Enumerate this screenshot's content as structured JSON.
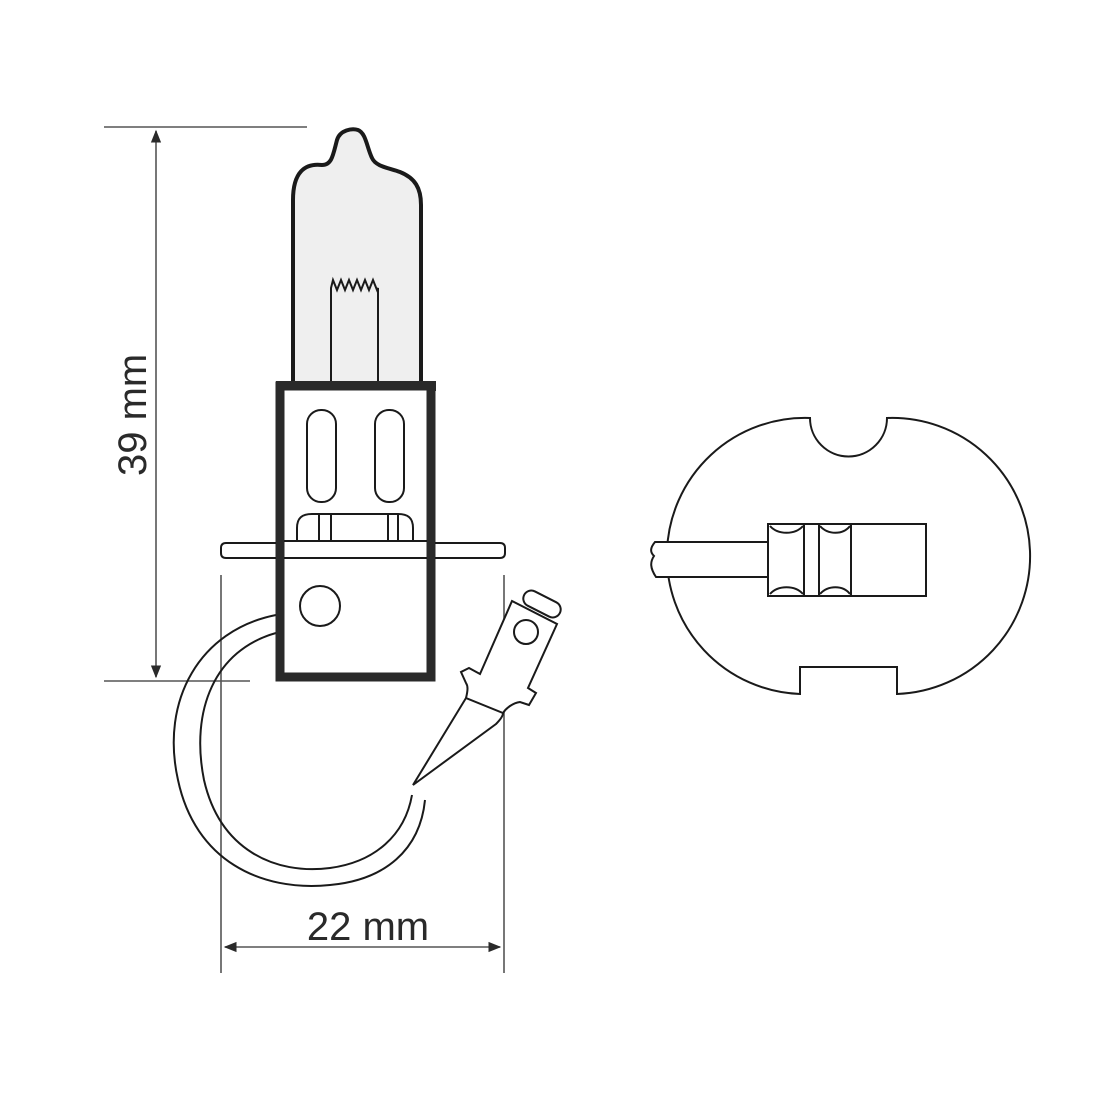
{
  "diagram": {
    "title": "H3 halogen bulb dimensional drawing",
    "dimensions": {
      "height": {
        "label": "39 mm",
        "value": 39,
        "unit": "mm"
      },
      "width": {
        "label": "22 mm",
        "value": 22,
        "unit": "mm"
      }
    },
    "views": [
      {
        "name": "side-view",
        "parts": [
          "glass-envelope",
          "filament",
          "metal-base",
          "flange",
          "connector-lead",
          "spade-terminal"
        ]
      },
      {
        "name": "top-view",
        "parts": [
          "flange-disc",
          "notch-top",
          "notch-bottom",
          "terminal-housing",
          "lead-wire"
        ]
      }
    ],
    "colors": {
      "line": "#1a1a1a",
      "base_outline": "#2a2a2a",
      "glass_fill": "#efefef",
      "dimension_line": "#555555",
      "background": "#ffffff"
    }
  }
}
